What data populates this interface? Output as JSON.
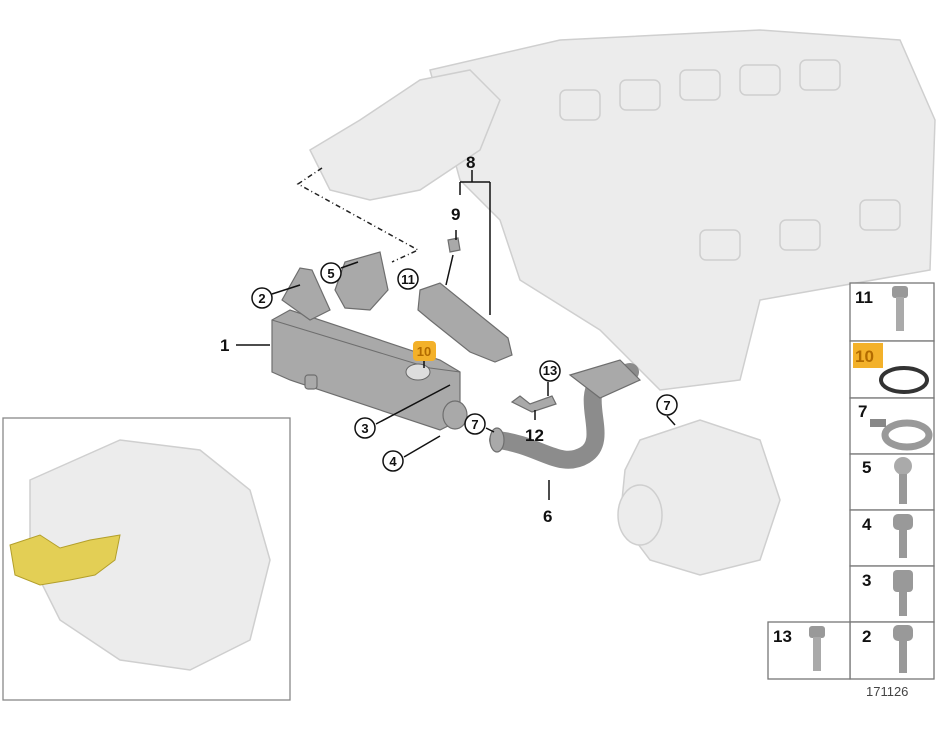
{
  "diagram": {
    "callouts": {
      "c1": "1",
      "c2": "2",
      "c3": "3",
      "c4": "4",
      "c5": "5",
      "c6": "6",
      "c7a": "7",
      "c7b": "7",
      "c8": "8",
      "c9": "9",
      "c10": "10",
      "c11": "11",
      "c12": "12",
      "c13": "13"
    },
    "highlight_color": "#f3b12a",
    "inset_highlight_color": "#e3cf55"
  },
  "legend": {
    "rows": [
      {
        "number": "11",
        "part": "hex-bolt"
      },
      {
        "number": "10",
        "part": "sealing-ring",
        "highlighted": true
      },
      {
        "number": "7",
        "part": "clamp"
      },
      {
        "number": "5",
        "part": "round-head-screw"
      },
      {
        "number": "4",
        "part": "collar-screw"
      },
      {
        "number": "3",
        "part": "socket-head-screw"
      },
      {
        "number": "2",
        "part": "collar-screw"
      }
    ],
    "extra": {
      "number": "13",
      "part": "hex-bolt"
    }
  },
  "diagram_id": "171126"
}
